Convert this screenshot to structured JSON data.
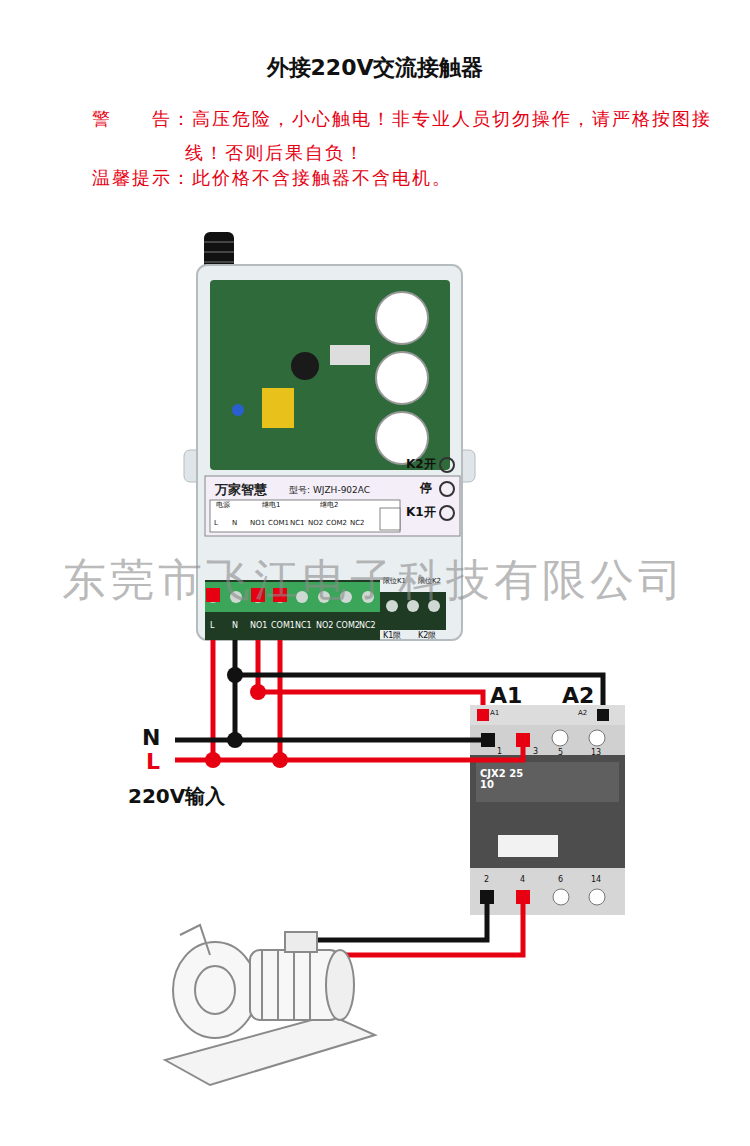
{
  "diagram": {
    "title": "外接220V交流接触器",
    "nodes": [
      {
        "text": [
          "万家智慧",
          "型号: WJZH-902AC"
        ]
      },
      {
        "text": [
          "CJX2 2510"
        ]
      }
    ],
    "edges": [
      {
        "from": 0,
        "to": 1,
        "arrow": "none"
      },
      {
        "from": 0,
        "to": 1,
        "arrow": "none"
      }
    ],
    "labels": [
      "警　　告：高压危险，小心触电！非专业人员切勿操作，请严格按图接线！否则后果自负！",
      "温馨提示：此价格不含接触器不含电机。",
      "东莞市飞江电子科技有限公司",
      "K2开",
      "停",
      "K1开",
      "电源",
      "L",
      "N",
      "继电1",
      "NO1",
      "COM1",
      "NC1",
      "继电2",
      "NO2",
      "COM2",
      "NC2",
      "限位K1",
      "限位K2",
      "L",
      "N",
      "NO1",
      "COM1",
      "NC1",
      "NO2",
      "COM2",
      "NC2",
      "K1限",
      "K2限",
      "N",
      "L",
      "220V输入",
      "A1",
      "A2",
      "A1",
      "A2",
      "1",
      "3",
      "5",
      "13",
      "2",
      "4",
      "6",
      "14"
    ]
  }
}
